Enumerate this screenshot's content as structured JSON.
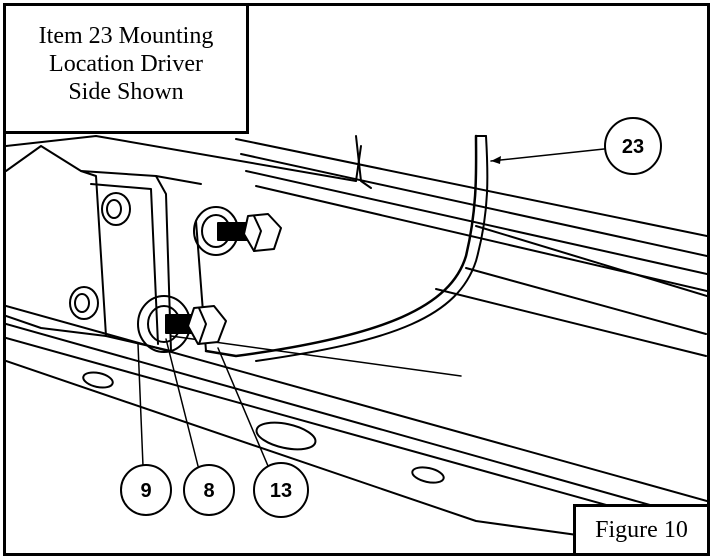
{
  "title_box": {
    "lines": [
      "Item 23 Mounting",
      "Location Driver",
      "Side Shown"
    ]
  },
  "figure_label": "Figure 10",
  "callouts": {
    "c23": "23",
    "c9": "9",
    "c8": "8",
    "c13": "13"
  },
  "colors": {
    "line": "#000000",
    "background": "#ffffff"
  }
}
